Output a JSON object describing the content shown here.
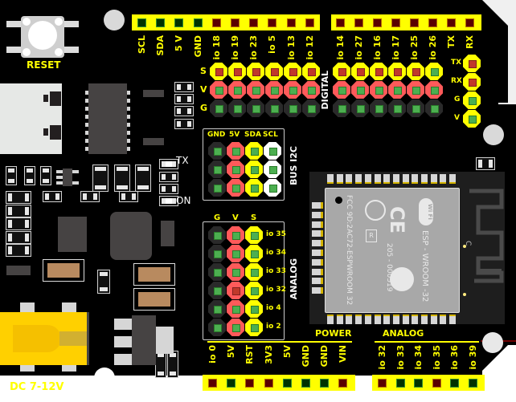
{
  "board": {
    "reset_label": "RESET",
    "power_jack_label": "DC 7-12V",
    "led_labels": {
      "tx": "TX",
      "on": "ON"
    },
    "top_header_left": [
      {
        "label": "SCL",
        "pin": "green"
      },
      {
        "label": "SDA",
        "pin": "green"
      },
      {
        "label": "5 V",
        "pin": "green"
      },
      {
        "label": "GND",
        "pin": "green"
      },
      {
        "label": "io 18",
        "pin": "red"
      },
      {
        "label": "io 19",
        "pin": "red"
      },
      {
        "label": "io 23",
        "pin": "red"
      },
      {
        "label": "io 5",
        "pin": "red"
      },
      {
        "label": "io 13",
        "pin": "red"
      },
      {
        "label": "io 12",
        "pin": "red"
      }
    ],
    "top_header_right": [
      {
        "label": "io 14",
        "pin": "red"
      },
      {
        "label": "io 27",
        "pin": "red"
      },
      {
        "label": "io 16",
        "pin": "red"
      },
      {
        "label": "io 17",
        "pin": "red"
      },
      {
        "label": "io 25",
        "pin": "red"
      },
      {
        "label": "io 26",
        "pin": "red"
      },
      {
        "label": "TX",
        "pin": "red"
      },
      {
        "label": "RX",
        "pin": "red"
      }
    ],
    "digital": {
      "title": "DIGITAL",
      "row_labels": [
        "S",
        "V",
        "G"
      ]
    },
    "uart": {
      "row_labels": [
        "TX",
        "RX",
        "G",
        "V"
      ]
    },
    "bus_i2c": {
      "title": "BUS I2C",
      "columns": [
        "GND",
        "5V",
        "SDA",
        "SCL"
      ]
    },
    "analog_block": {
      "title": "ANALOG",
      "columns": [
        "G",
        "V",
        "S"
      ],
      "rows": [
        "io 35",
        "io 34",
        "io 33",
        "io 32",
        "io 4",
        "io 2"
      ]
    },
    "power_header": {
      "title": "POWER",
      "pins": [
        {
          "label": "io 0",
          "pin": "red"
        },
        {
          "label": "5V",
          "pin": "green"
        },
        {
          "label": "RST",
          "pin": "red"
        },
        {
          "label": "3V3",
          "pin": "red"
        },
        {
          "label": "5V",
          "pin": "green"
        },
        {
          "label": "GND",
          "pin": "green"
        },
        {
          "label": "GND",
          "pin": "green"
        },
        {
          "label": "VIN",
          "pin": "red"
        }
      ]
    },
    "analog_header": {
      "title": "ANALOG",
      "pins": [
        {
          "label": "io 32",
          "pin": "red"
        },
        {
          "label": "io 33",
          "pin": "green"
        },
        {
          "label": "io 34",
          "pin": "green"
        },
        {
          "label": "io 35",
          "pin": "red"
        },
        {
          "label": "io 36",
          "pin": "green"
        },
        {
          "label": "io 39",
          "pin": "green"
        }
      ]
    },
    "module": {
      "name": "ESP - WROOM -32",
      "fcc": "FCC 9D:2AC72-ESPWROOM 32",
      "cert": "205 - 000519",
      "r_mark": "R",
      "ce_mark": "CE",
      "wifi_mark": "Wi Fi",
      "antenna_label": "C"
    }
  },
  "colors": {
    "pcb": "#000000",
    "silk": "#ffff00",
    "header": "#ffff00",
    "vcc": "#ff5a5a",
    "gnd": "#2a2a2a",
    "pin_green": "#4caf50",
    "pin_red": "#c0392b",
    "module": "#a8a8a8"
  }
}
